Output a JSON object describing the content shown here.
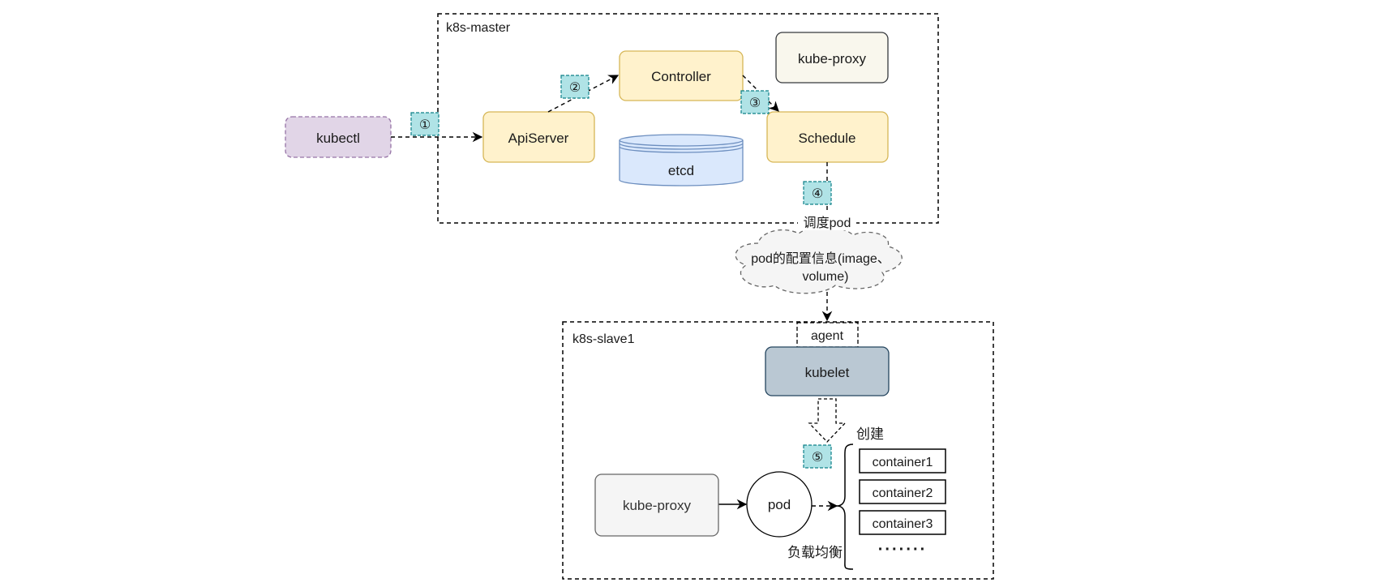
{
  "colors": {
    "kubectl_fill": "#e1d5e7",
    "kubectl_stroke": "#9673a6",
    "yellow_fill": "#fff2cc",
    "yellow_stroke": "#d6b656",
    "proxy_master_fill": "#f9f7ed",
    "proxy_master_stroke": "#36393d",
    "etcd_fill": "#dae8fc",
    "etcd_stroke": "#6c8ebf",
    "kubelet_fill": "#bac8d3",
    "kubelet_stroke": "#23445d",
    "proxy_slave_fill": "#f5f5f5",
    "proxy_slave_stroke": "#666666",
    "step_fill": "#b0e3e6",
    "step_stroke": "#0e8088",
    "cloud_fill": "#f5f5f5",
    "cloud_stroke": "#666666"
  },
  "master": {
    "title": "k8s-master"
  },
  "slave": {
    "title": "k8s-slave1"
  },
  "nodes": {
    "kubectl": "kubectl",
    "apiserver": "ApiServer",
    "controller": "Controller",
    "schedule": "Schedule",
    "kube_proxy_master": "kube-proxy",
    "etcd": "etcd",
    "agent": "agent",
    "kubelet": "kubelet",
    "kube_proxy_slave": "kube-proxy",
    "pod": "pod"
  },
  "steps": [
    "①",
    "②",
    "③",
    "④",
    "⑤"
  ],
  "labels": {
    "schedule_pod": "调度pod",
    "pod_config_line1": "pod的配置信息(image、",
    "pod_config_line2": "volume)",
    "create": "创建",
    "load_balance": "负载均衡",
    "ellipsis": "·······"
  },
  "containers": [
    "container1",
    "container2",
    "container3"
  ]
}
